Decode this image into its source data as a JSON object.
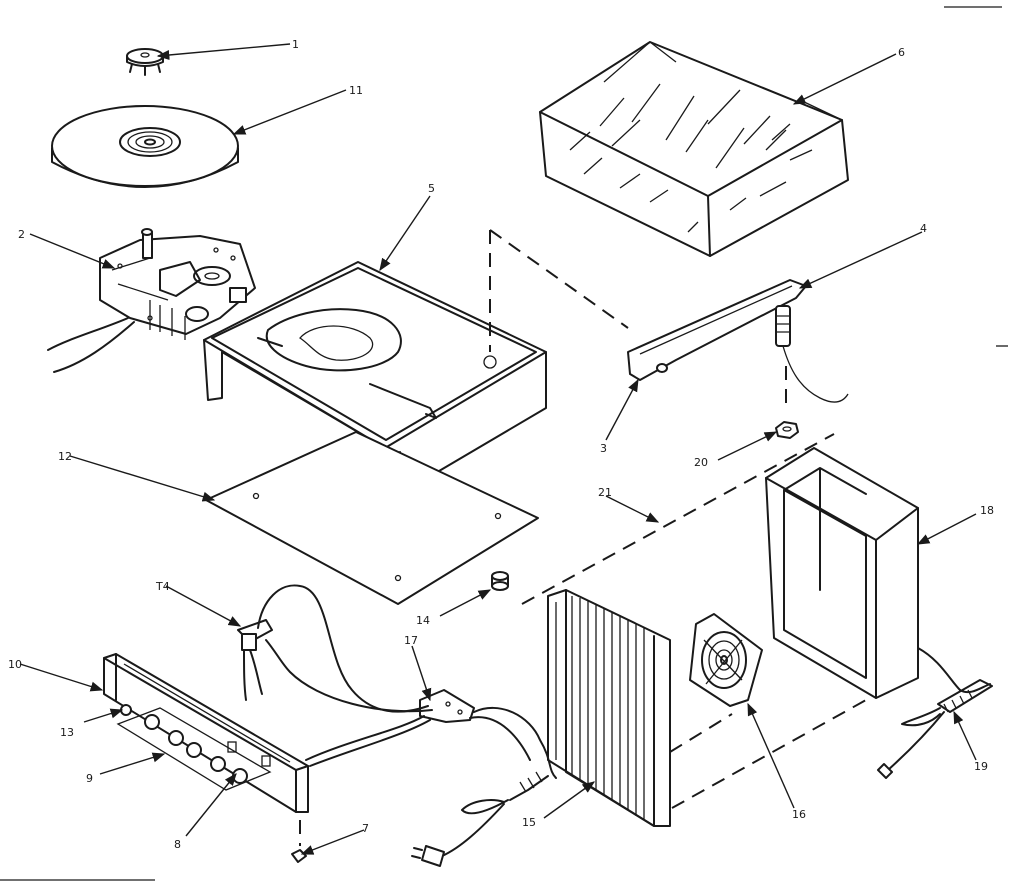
{
  "callouts": {
    "c1": "1",
    "c2": "2",
    "c3": "3",
    "c4": "4",
    "c5": "5",
    "c6": "6",
    "c7": "7",
    "c8": "8",
    "c9": "9",
    "c10": "10",
    "c11": "11",
    "c12": "12",
    "c13": "13",
    "c14a": "T4",
    "c14b": "14",
    "c15": "15",
    "c16": "16",
    "c17": "17",
    "c18": "18",
    "c19": "19",
    "c20": "20",
    "c21": "21"
  }
}
